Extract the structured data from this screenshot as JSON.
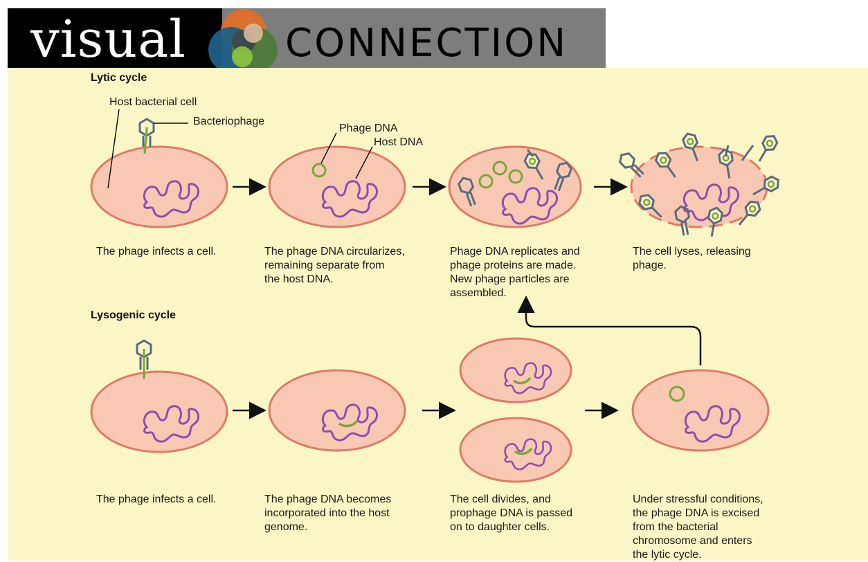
{
  "header": {
    "brand_left": "visual",
    "brand_right": "CONNECTION"
  },
  "lytic": {
    "title": "Lytic cycle",
    "labels": {
      "host_cell": "Host bacterial cell",
      "bacteriophage": "Bacteriophage",
      "phage_dna": "Phage DNA",
      "host_dna": "Host DNA"
    },
    "captions": [
      "The phage infects a cell.",
      "The phage DNA circularizes,\nremaining separate from\nthe host DNA.",
      "Phage DNA replicates and\nphage proteins are made.\nNew phage particles are\nassembled.",
      "The cell lyses, releasing\nphage."
    ]
  },
  "lysogenic": {
    "title": "Lysogenic cycle",
    "captions": [
      "The phage infects a cell.",
      "The phage DNA becomes\nincorporated into the host\ngenome.",
      "The cell divides, and\nprophage DNA is passed\non to daughter cells.",
      "Under stressful conditions,\nthe phage DNA is excised\nfrom the bacterial\nchromosome and enters\nthe lytic cycle."
    ]
  },
  "colors": {
    "cell_fill": "#f8c8b2",
    "cell_stroke": "#e07a66",
    "host_dna": "#8a4fb0",
    "phage_dna": "#7aa63a",
    "phage_body": "#5b6a80",
    "panel": "#fbf6c6",
    "logo_orange": "#d9702f",
    "logo_tan": "#d9b99b",
    "logo_blue": "#1f5f87",
    "logo_green": "#8cc63f",
    "logo_darkgreen": "#4e7a3a"
  }
}
